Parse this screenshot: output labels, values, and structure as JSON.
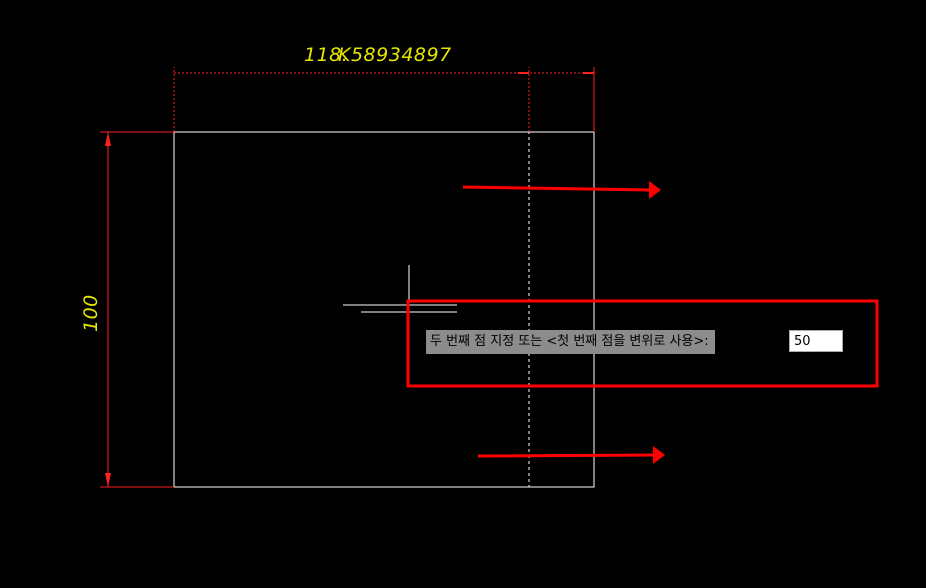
{
  "dimensions": {
    "top_value_overlap_a": "118.",
    "top_value_overlap_b": "K58934897",
    "left_value": "100"
  },
  "command_prompt": {
    "text": "두 번째 점 지정 또는 <첫 번째 점을 변위로 사용>:",
    "input_value": "50"
  },
  "colors": {
    "background": "#000000",
    "geometry": "#ffffff",
    "dimension_line": "#ff2020",
    "dimension_text": "#e6e600",
    "annotation": "#ff0000",
    "prompt_bg": "#8c8c8c"
  },
  "icons": {
    "cursor": "crosshair-cursor-icon",
    "arrows": "right-arrow-icon"
  }
}
